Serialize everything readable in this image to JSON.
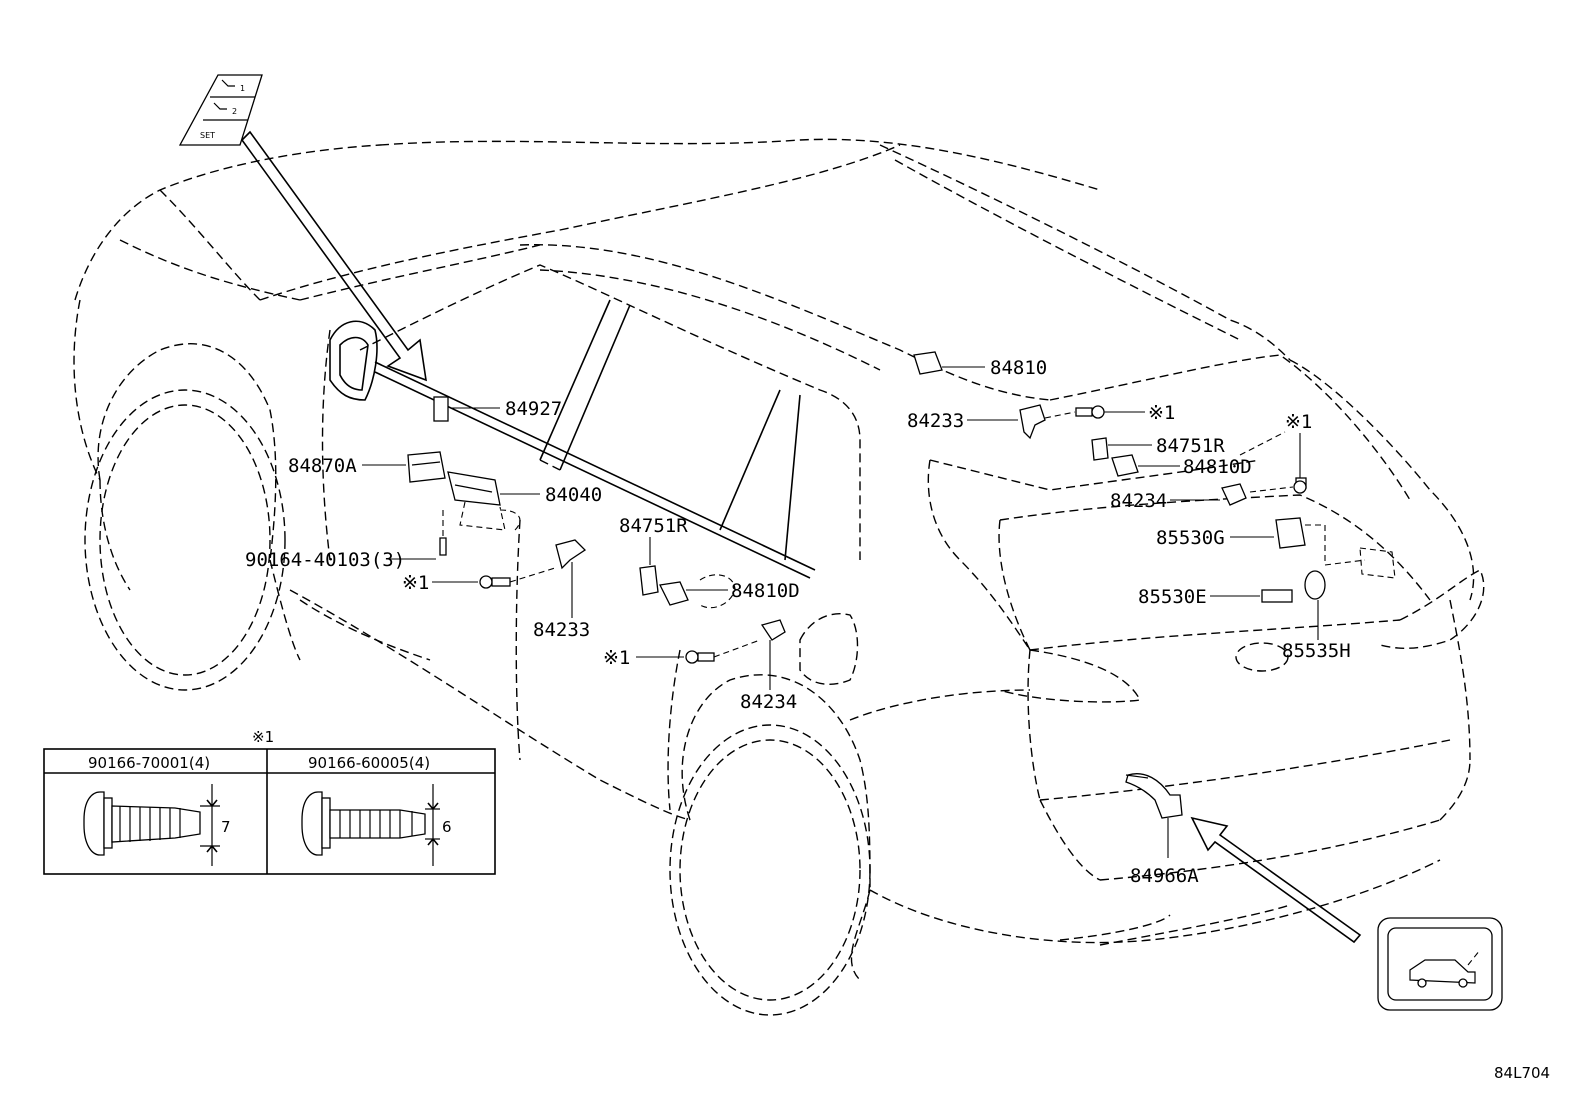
{
  "diagram_code": "84L704",
  "footnote_mark": "※1",
  "callouts": {
    "p84927": "84927",
    "p84870A": "84870A",
    "p84040": "84040",
    "p90164": "90164-40103(3)",
    "note1_left": "※1",
    "p84233_left": "84233",
    "p84751R_mid": "84751R",
    "p84810D_mid": "84810D",
    "note1_mid": "※1",
    "p84234_mid": "84234",
    "p84810": "84810",
    "p84233_right": "84233",
    "note1_top": "※1",
    "p84751R_right": "84751R",
    "note1_right": "※1",
    "p84810D_right": "84810D",
    "p84234_right": "84234",
    "p85530G": "85530G",
    "p85530E": "85530E",
    "p85535H": "85535H",
    "p84966A": "84966A"
  },
  "bolt_table": {
    "header_note": "※1",
    "col1_part": "90166-70001(4)",
    "col1_dim": "7",
    "col2_part": "90166-60005(4)",
    "col2_dim": "6"
  },
  "memory_switch": {
    "btn1": "1",
    "btn2": "2",
    "set": "SET"
  },
  "icons": [
    "memory-seat-switch-icon",
    "power-back-door-icon"
  ]
}
